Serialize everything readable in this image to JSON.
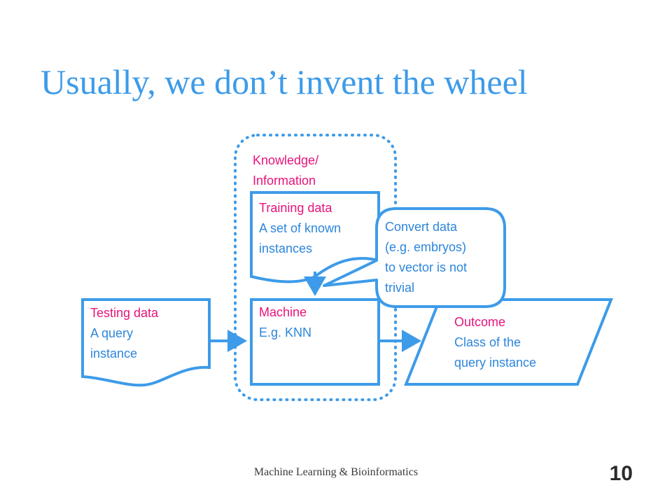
{
  "slide": {
    "title": "Usually, we don’t invent the wheel",
    "footer": "Machine Learning & Bioinformatics",
    "page_number": "10"
  },
  "diagram": {
    "colors": {
      "stroke": "#3d9be9",
      "heading": "#e8137a",
      "body": "#2d86db"
    },
    "knowledge_region": {
      "heading": "Knowledge/\nInformation"
    },
    "testing_data": {
      "heading": "Testing data",
      "body": "A query\ninstance"
    },
    "training_data": {
      "heading": "Training data",
      "body": "A set of known\ninstances"
    },
    "machine": {
      "heading": "Machine",
      "body": "E.g. KNN"
    },
    "outcome": {
      "heading": "Outcome",
      "body": "Class of the\nquery instance"
    },
    "callout": {
      "body": "Convert data\n(e.g. embryos)\nto vector is not\ntrivial"
    }
  }
}
